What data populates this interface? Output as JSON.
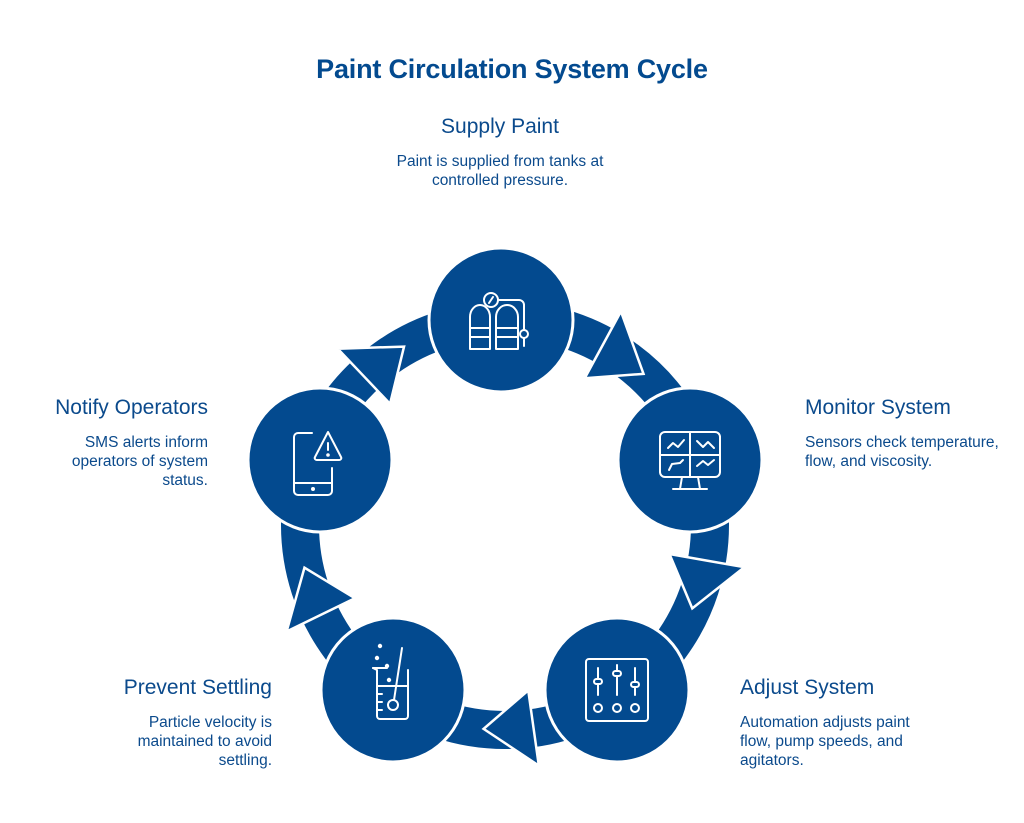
{
  "title": "Paint Circulation System Cycle",
  "colors": {
    "primary": "#034a8f",
    "text": "#0b4a8c",
    "background": "#ffffff"
  },
  "steps": [
    {
      "id": "supply-paint",
      "title": "Supply Paint",
      "description": "Paint is supplied from tanks at controlled pressure.",
      "icon": "gas-tanks-gauge-icon"
    },
    {
      "id": "monitor-system",
      "title": "Monitor System",
      "description": "Sensors check temperature, flow, and viscosity.",
      "icon": "monitor-charts-icon"
    },
    {
      "id": "adjust-system",
      "title": "Adjust System",
      "description": "Automation adjusts paint flow, pump speeds, and agitators.",
      "icon": "sliders-control-panel-icon"
    },
    {
      "id": "prevent-settling",
      "title": "Prevent Settling",
      "description": "Particle velocity is maintained to avoid settling.",
      "icon": "beaker-stirrer-icon"
    },
    {
      "id": "notify-operators",
      "title": "Notify Operators",
      "description": "SMS alerts inform operators of system status.",
      "icon": "phone-alert-icon"
    }
  ],
  "cycle_order": [
    "supply-paint",
    "monitor-system",
    "adjust-system",
    "prevent-settling",
    "notify-operators"
  ]
}
